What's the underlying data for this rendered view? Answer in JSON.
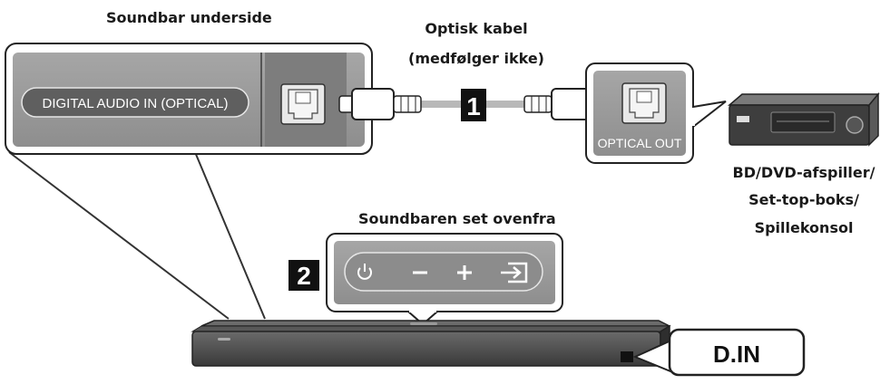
{
  "labels": {
    "soundbar_underside": "Soundbar underside",
    "optical_cable_line1": "Optisk kabel",
    "optical_cable_line2": "(medfølger ikke)",
    "device_line1": "BD/DVD-afspiller/",
    "device_line2": "Set-top-boks/",
    "device_line3": "Spillekonsol",
    "soundbar_top": "Soundbaren set ovenfra"
  },
  "ports": {
    "soundbar_port": "DIGITAL AUDIO IN (OPTICAL)",
    "device_port": "OPTICAL OUT"
  },
  "steps": {
    "step1": "1",
    "step2": "2"
  },
  "display": {
    "mode": "D.IN"
  },
  "icons": [
    "power-icon",
    "minus-icon",
    "plus-icon",
    "input-source-icon"
  ],
  "colors": {
    "panel_gray": "#9b9b9b",
    "panel_dark": "#7a7a7a",
    "soundbar": "#4a4a4a",
    "outline": "#222222",
    "cable": "#b8b8b8"
  }
}
